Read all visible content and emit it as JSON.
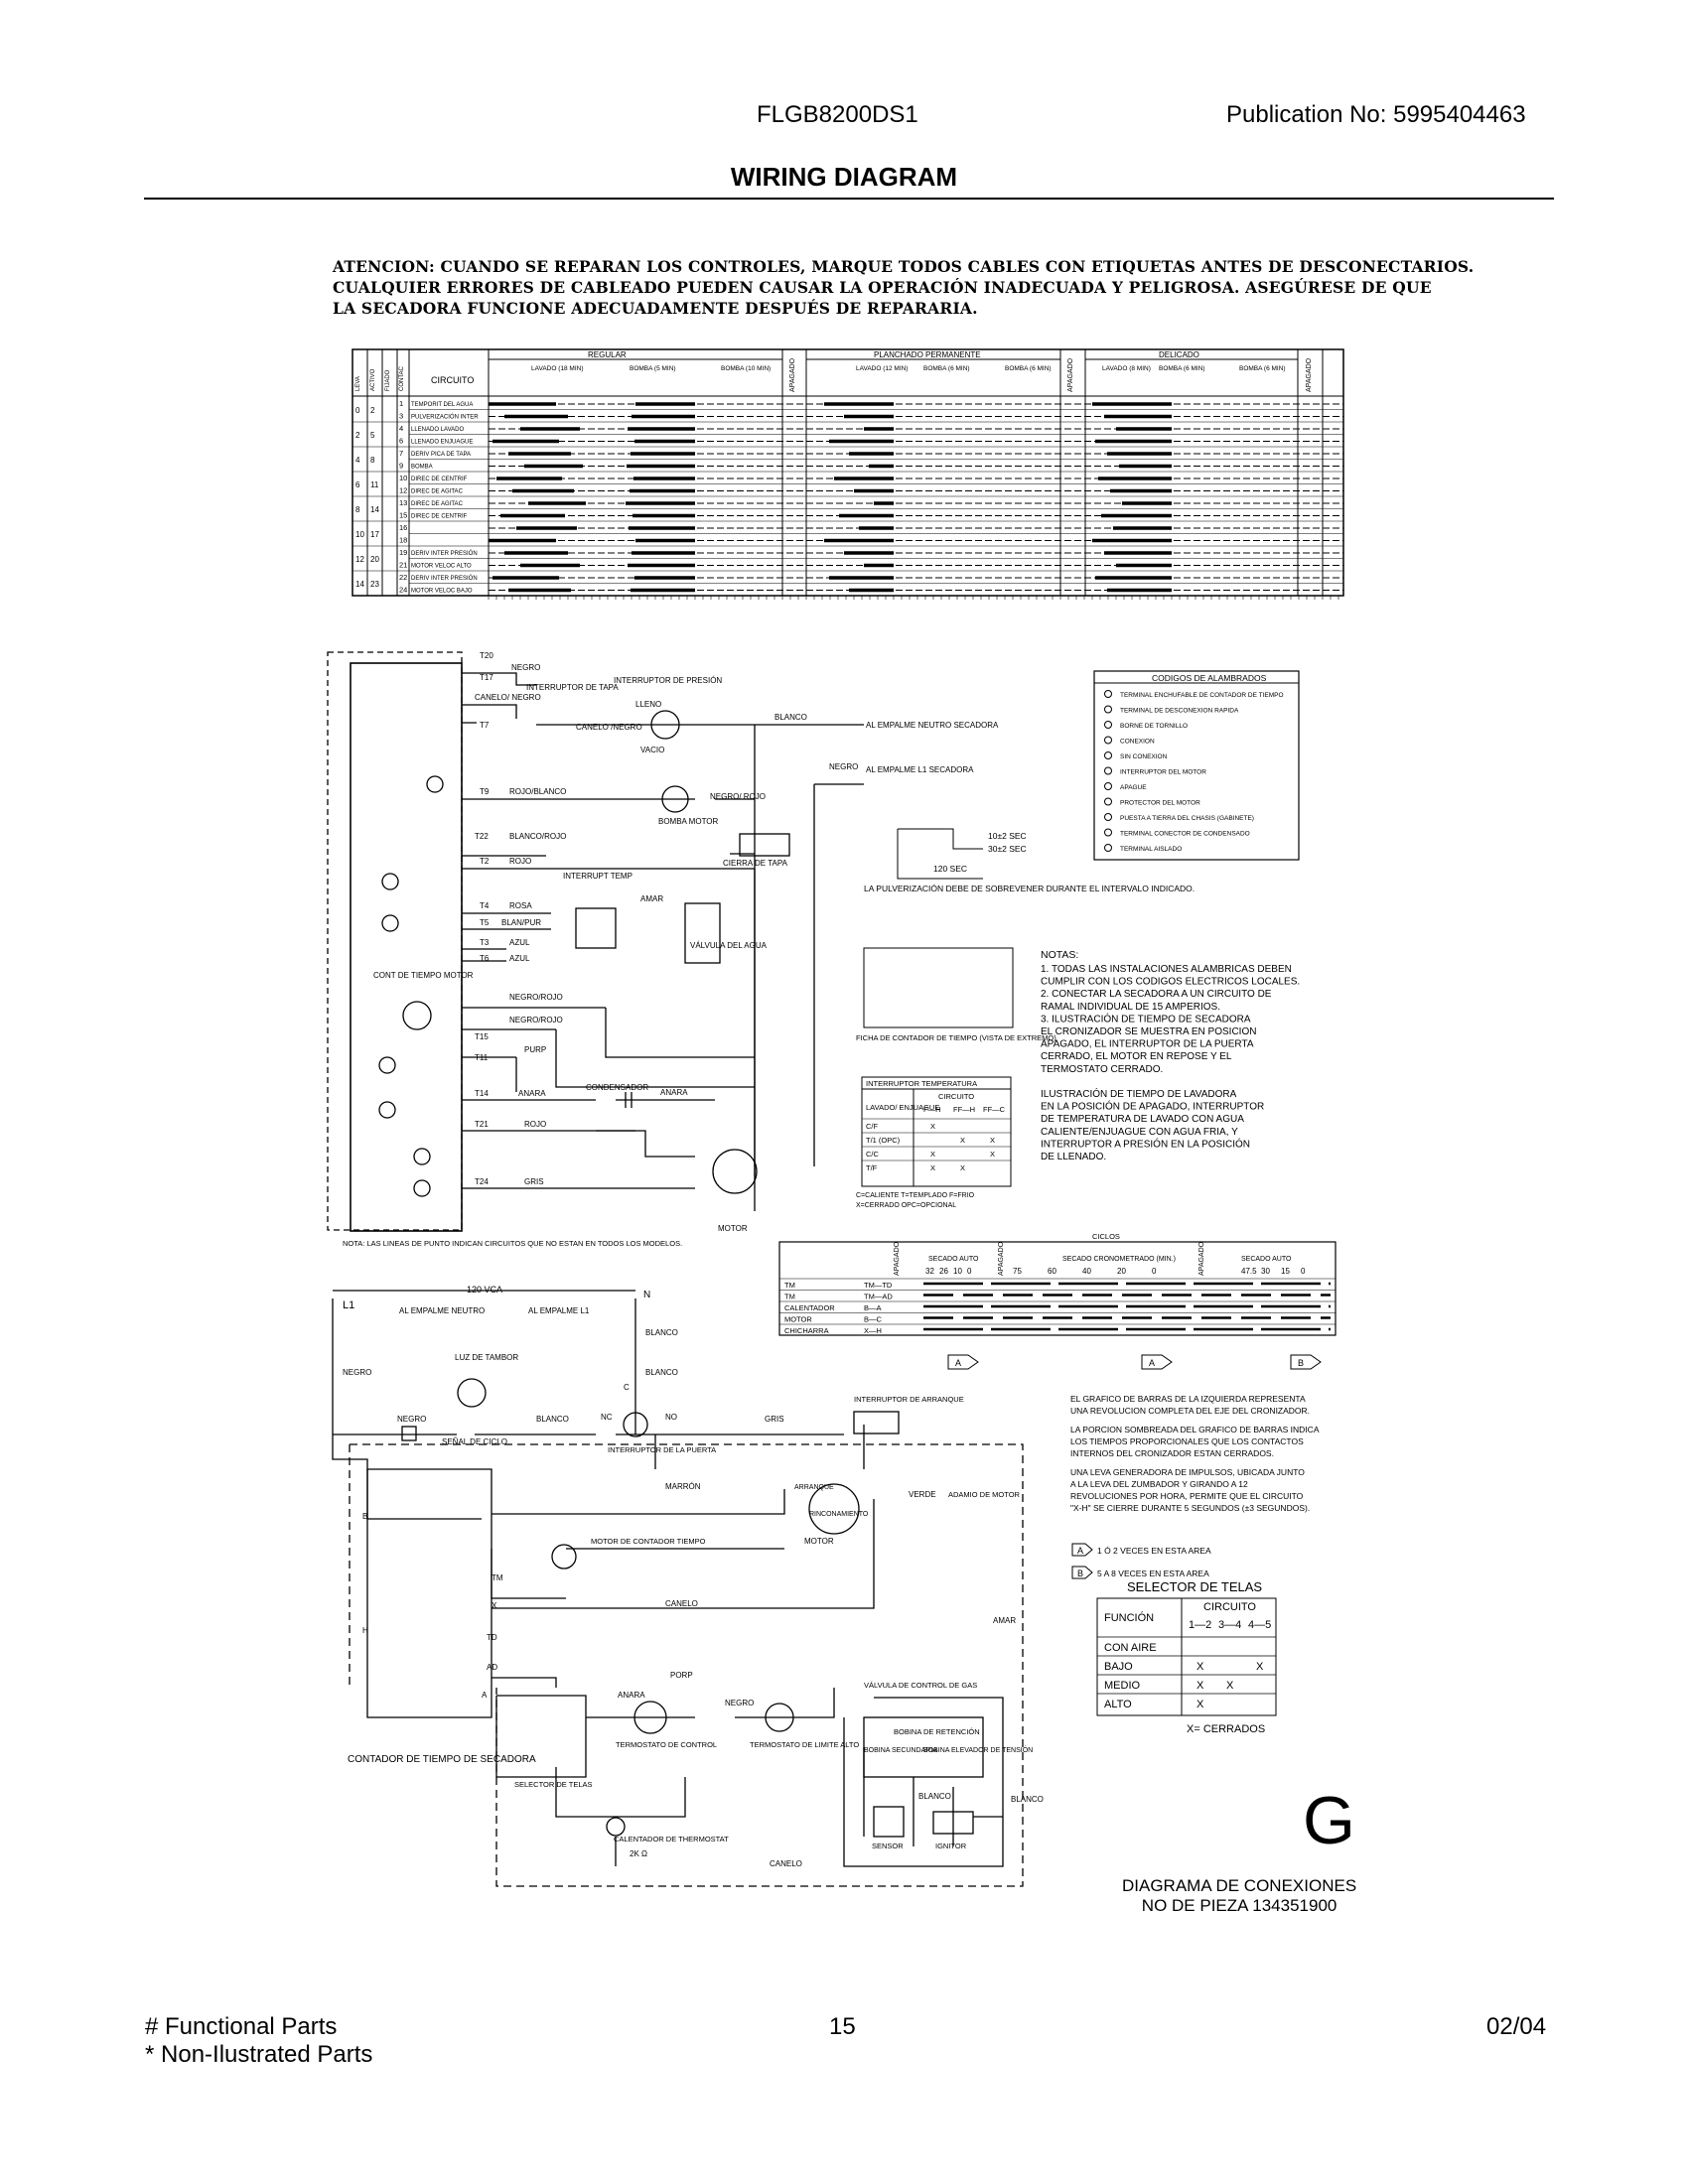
{
  "header": {
    "model": "FLGB8200DS1",
    "publication": "Publication No:  5995404463",
    "title": "WIRING DIAGRAM"
  },
  "warning": [
    "ATENCION: CUANDO SE REPARAN LOS CONTROLES, MARQUE TODOS CABLES CON ETIQUETAS ANTES DE DESCONECTARIOS.",
    "CUALQUIER ERRORES DE CABLEADO PUEDEN CAUSAR LA OPERACIÓN INADECUADA Y PELIGROSA. ASEGÚRESE DE QUE",
    "LA SECADORA FUNCIONE ADECUADAMENTE DESPUÉS DE REPARARIA."
  ],
  "timer_chart": {
    "headers": {
      "leva": "LEVA",
      "activo": "ACTIVO",
      "fijado": "FIJADO",
      "contacto": "CONTAC",
      "circuito": "CIRCUITO"
    },
    "sections": [
      "REGULAR",
      "APAGADO",
      "PLANCHADO PERMANENTE",
      "APAGADO",
      "DELICADO",
      "APAGADO"
    ],
    "subheads": [
      "LAVADO (18 MIN)",
      "BOMBA (5 MIN)",
      "BOMBA (10 MIN)",
      "LAVADO (12 MIN)",
      "BOMBA (6 MIN)",
      "BOMBA (6 MIN)",
      "LAVADO (8 MIN)",
      "BOMBA (6 MIN)",
      "BOMBA (6 MIN)"
    ],
    "rows": [
      {
        "leva": "0",
        "activo": "2",
        "num": "1",
        "circuit": "TEMPORIT DEL AGUA"
      },
      {
        "leva": "",
        "activo": "",
        "num": "3",
        "circuit": "PULVERIZACIÓN INTER"
      },
      {
        "leva": "2",
        "activo": "5",
        "num": "4",
        "circuit": "LLENADO LAVADO"
      },
      {
        "leva": "",
        "activo": "",
        "num": "6",
        "circuit": "LLENADO ENJUAGUE"
      },
      {
        "leva": "4",
        "activo": "8",
        "num": "7",
        "circuit": "DERIV PICA DE TAPA"
      },
      {
        "leva": "",
        "activo": "",
        "num": "9",
        "circuit": "BOMBA"
      },
      {
        "leva": "6",
        "activo": "11",
        "num": "10",
        "circuit": "DIREC DE CENTRIF"
      },
      {
        "leva": "",
        "activo": "",
        "num": "12",
        "circuit": "DIREC DE AGITAC"
      },
      {
        "leva": "8",
        "activo": "14",
        "num": "13",
        "circuit": "DIREC DE AGITAC"
      },
      {
        "leva": "",
        "activo": "",
        "num": "15",
        "circuit": "DIREC DE CENTRIF"
      },
      {
        "leva": "10",
        "activo": "17",
        "num": "16",
        "circuit": ""
      },
      {
        "leva": "",
        "activo": "",
        "num": "18",
        "circuit": ""
      },
      {
        "leva": "12",
        "activo": "20",
        "num": "19",
        "circuit": "DERIV INTER PRESIÓN"
      },
      {
        "leva": "",
        "activo": "",
        "num": "21",
        "circuit": "MOTOR VELOC ALTO"
      },
      {
        "leva": "14",
        "activo": "23",
        "num": "22",
        "circuit": "DERIV INTER PRESIÓN"
      },
      {
        "leva": "",
        "activo": "",
        "num": "24",
        "circuit": "MOTOR VELOC BAJO"
      }
    ]
  },
  "washer": {
    "wire_labels": [
      "T20",
      "T17",
      "T7",
      "T9",
      "T22",
      "T2",
      "T4",
      "T5",
      "T3",
      "T6",
      "T15",
      "T11",
      "T14",
      "T21",
      "T24"
    ],
    "colors": [
      "NEGRO",
      "CANELO/ NEGRO",
      "ROJO/BLANCO",
      "BLANCO/ROJO",
      "ROJO",
      "ROSA",
      "BLAN/PUR",
      "AZUL",
      "AZUL",
      "NEGRO/ROJO",
      "NEGRO/ROJO",
      "PURP",
      "ANARA",
      "ROJO",
      "GRIS",
      "BLANCO",
      "NEGRO",
      "AMAR",
      "ANARA"
    ],
    "components": {
      "interruptor_tapa": "INTERRUPTOR DE TAPA",
      "interruptor_presion": "INTERRUPTOR DE PRESIÓN",
      "lleno": "LLENO",
      "vacio": "VACIO",
      "canelo_negro": "CANELO /NEGRO",
      "bomba_motor": "BOMBA MOTOR",
      "negro_rojo": "NEGRO/ ROJO",
      "cierra_tapa": "CIERRA DE TAPA",
      "interrupt_temp": "INTERRUPT TEMP",
      "valvula": "VÁLVULA DEL AGUA",
      "cont_tiempo": "CONT DE TIEMPO MOTOR",
      "condensador": "CONDENSADOR",
      "motor": "MOTOR",
      "empalme_neutro": "AL EMPALME NEUTRO SECADORA",
      "empalme_l1": "AL EMPALME L1 SECADORA",
      "nota": "NOTA: LAS LINEAS DE PUNTO INDICAN CIRCUITOS QUE NO ESTAN EN TODOS LOS MODELOS."
    }
  },
  "spray": {
    "sec1": "10±2 SEC",
    "sec2": "30±2 SEC",
    "sec3": "120 SEC",
    "note": "LA PULVERIZACIÓN DEBE DE SOBREVENER DURANTE EL INTERVALO INDICADO.",
    "ficha": "FICHA DE CONTADOR DE TIEMPO (VISTA DE EXTREMO)"
  },
  "codes": {
    "title": "CODIGOS DE ALAMBRADOS",
    "items": [
      "TERMINAL ENCHUFABLE DE CONTADOR DE TIEMPO",
      "TERMINAL DE DESCONEXION RAPIDA",
      "BORNE DE TORNILLO",
      "CONEXION",
      "SIN CONEXION",
      "INTERRUPTOR DEL MOTOR",
      "APAGUE",
      "PROTECTOR DEL MOTOR",
      "PUESTA A TIERRA DEL CHASIS (GABINETE)",
      "TERMINAL CONECTOR DE CONDENSADO",
      "TERMINAL AISLADO"
    ]
  },
  "notes": {
    "title": "NOTAS:",
    "lines": [
      "1.  TODAS LAS INSTALACIONES ALAMBRICAS DEBEN",
      "     CUMPLIR CON LOS CODIGOS ELECTRICOS LOCALES.",
      "2.  CONECTAR LA SECADORA A UN CIRCUITO DE",
      "     RAMAL INDIVIDUAL DE 15 AMPERIOS.",
      "3.  ILUSTRACIÓN DE TIEMPO DE SECADORA",
      "     EL CRONIZADOR SE MUESTRA EN POSICION",
      "     APAGADO, EL INTERRUPTOR DE LA PUERTA",
      "     CERRADO, EL MOTOR EN REPOSE Y EL",
      "     TERMOSTATO CERRADO.",
      "",
      "     ILUSTRACIÓN DE TIEMPO DE LAVADORA",
      "     EN LA POSICIÓN DE APAGADO, INTERRUPTOR",
      "     DE TEMPERATURA DE LAVADO CON AGUA",
      "     CALIENTE/ENJUAGUE CON AGUA FRIA, Y",
      "     INTERRUPTOR A PRESIÓN EN LA POSICIÓN",
      "     DE LLENADO."
    ]
  },
  "temp_switch": {
    "title": "INTERRUPTOR TEMPERATURA",
    "circuito": "CIRCUITO",
    "col0": "LAVADO/ ENJUAGUE",
    "cols": [
      "F—H",
      "FF—H",
      "FF—C"
    ],
    "rows": [
      {
        "label": "C/F",
        "v": [
          "X",
          "",
          ""
        ]
      },
      {
        "label": "T/1 (OPC)",
        "v": [
          "",
          "X",
          "X"
        ]
      },
      {
        "label": "C/C",
        "v": [
          "X",
          "",
          "X"
        ]
      },
      {
        "label": "T/F",
        "v": [
          "X",
          "X",
          ""
        ]
      }
    ],
    "legend1": "C=CALIENTE   T=TEMPLADO   F=FRIO",
    "legend2": "X=CERRADO    OPC=OPCIONAL"
  },
  "dryer_chart": {
    "ciclos": "CICLOS",
    "heads": [
      "APAGADO",
      "SECADO AUTO",
      "APAGADO",
      "SECADO CRONOMETRADO (MIN.)",
      "APAGADO",
      "SECADO AUTO"
    ],
    "nums1": [
      "32",
      "26",
      "10",
      "0"
    ],
    "nums2": [
      "75",
      "60",
      "40",
      "20",
      "0"
    ],
    "nums3": [
      "47.5",
      "30",
      "15",
      "0"
    ],
    "rows": [
      {
        "name": "TM",
        "term": "TM—TD"
      },
      {
        "name": "TM",
        "term": "TM—AD"
      },
      {
        "name": "CALENTADOR",
        "term": "B—A"
      },
      {
        "name": "MOTOR",
        "term": "B—C"
      },
      {
        "name": "CHICHARRA",
        "term": "X—H"
      }
    ],
    "markA": "A",
    "markB": "B"
  },
  "bar_notes": [
    "EL GRAFICO DE BARRAS DE LA IZQUIERDA REPRESENTA",
    "UNA REVOLUCION COMPLETA DEL EJE DEL CRONIZADOR.",
    "LA PORCION SOMBREADA DEL GRAFICO DE BARRAS INDICA",
    "LOS TIEMPOS PROPORCIONALES QUE LOS CONTACTOS",
    "INTERNOS DEL CRONIZADOR ESTAN CERRADOS.",
    "UNA LEVA GENERADORA DE IMPULSOS, UBICADA JUNTO",
    "A LA LEVA DEL ZUMBADOR Y GIRANDO A 12",
    "REVOLUCIONES POR HORA, PERMITE QUE EL CIRCUITO",
    "\"X-H\" SE CIERRE DURANTE 5 SEGUNDOS (±3 SEGUNDOS).",
    "1 Ó 2 VECES EN ESTA AREA",
    "5 A 8 VECES EN ESTA AREA"
  ],
  "fabric": {
    "title": "SELECTOR DE TELAS",
    "func": "FUNCIÓN",
    "circuito": "CIRCUITO",
    "cols": [
      "1—2",
      "3—4",
      "4—5"
    ],
    "rows": [
      {
        "label": "CON AIRE",
        "v": [
          "",
          "",
          ""
        ]
      },
      {
        "label": "BAJO",
        "v": [
          "X",
          "",
          "X"
        ]
      },
      {
        "label": "MEDIO",
        "v": [
          "X",
          "X",
          ""
        ]
      },
      {
        "label": "ALTO",
        "v": [
          "X",
          "",
          ""
        ]
      }
    ],
    "legend": "X= CERRADOS"
  },
  "dryer": {
    "labels": {
      "l1": "L1",
      "n": "N",
      "vca": "120 VCA",
      "empalme_neutro": "AL EMPALME NEUTRO",
      "empalme_l1": "AL EMPALME L1",
      "blanco": "BLANCO",
      "negro": "NEGRO",
      "luz": "LUZ DE TAMBOR",
      "senal": "SEÑAL DE CICLO",
      "nc": "NC",
      "no": "NO",
      "c": "C",
      "interr_puerta": "INTERRUPTOR DE LA PUERTA",
      "gris": "GRIS",
      "interr_arranque": "INTERRUPTOR DE ARRANQUE",
      "marron": "MARRÓN",
      "arranque": "ARRANQUE",
      "rinconamiento": "RINCONAMIENTO",
      "verde": "VERDE",
      "adamio": "ADAMIO DE MOTOR",
      "motor": "MOTOR",
      "motor_contador": "MOTOR DE CONTADOR TIEMPO",
      "canelo": "CANELO",
      "amar": "AMAR",
      "tm": "TM",
      "x": "X",
      "td": "TD",
      "ad": "AD",
      "a": "A",
      "h": "H",
      "b": "B",
      "contador": "CONTADOR DE TIEMPO DE SECADORA",
      "anara": "ANARA",
      "porp": "PORP",
      "termostato_control": "TERMOSTATO DE CONTROL",
      "termostato_limite": "TERMOSTATO DE LIMITE ALTO",
      "valvula_gas": "VÁLVULA DE CONTROL DE GAS",
      "bobina_retencion": "BOBINA DE RETENCIÓN",
      "bobina": "BOBINA SECUNDARIA",
      "bobina_elevador": "BOBINA ELEVADOR DE TENSIÓN",
      "selector": "SELECTOR DE TELAS",
      "calentador": "CALENTADOR DE THERMOSTAT",
      "k2": "2K Ω",
      "sensor": "SENSOR",
      "ignitor": "IGNITOR"
    }
  },
  "page_mark": "G",
  "diagram_caption": [
    "DIAGRAMA DE CONEXIONES",
    "NO DE PIEZA  134351900"
  ],
  "footer": {
    "left1": "# Functional Parts",
    "left2": "* Non-Ilustrated Parts",
    "page": "15",
    "date": "02/04"
  }
}
